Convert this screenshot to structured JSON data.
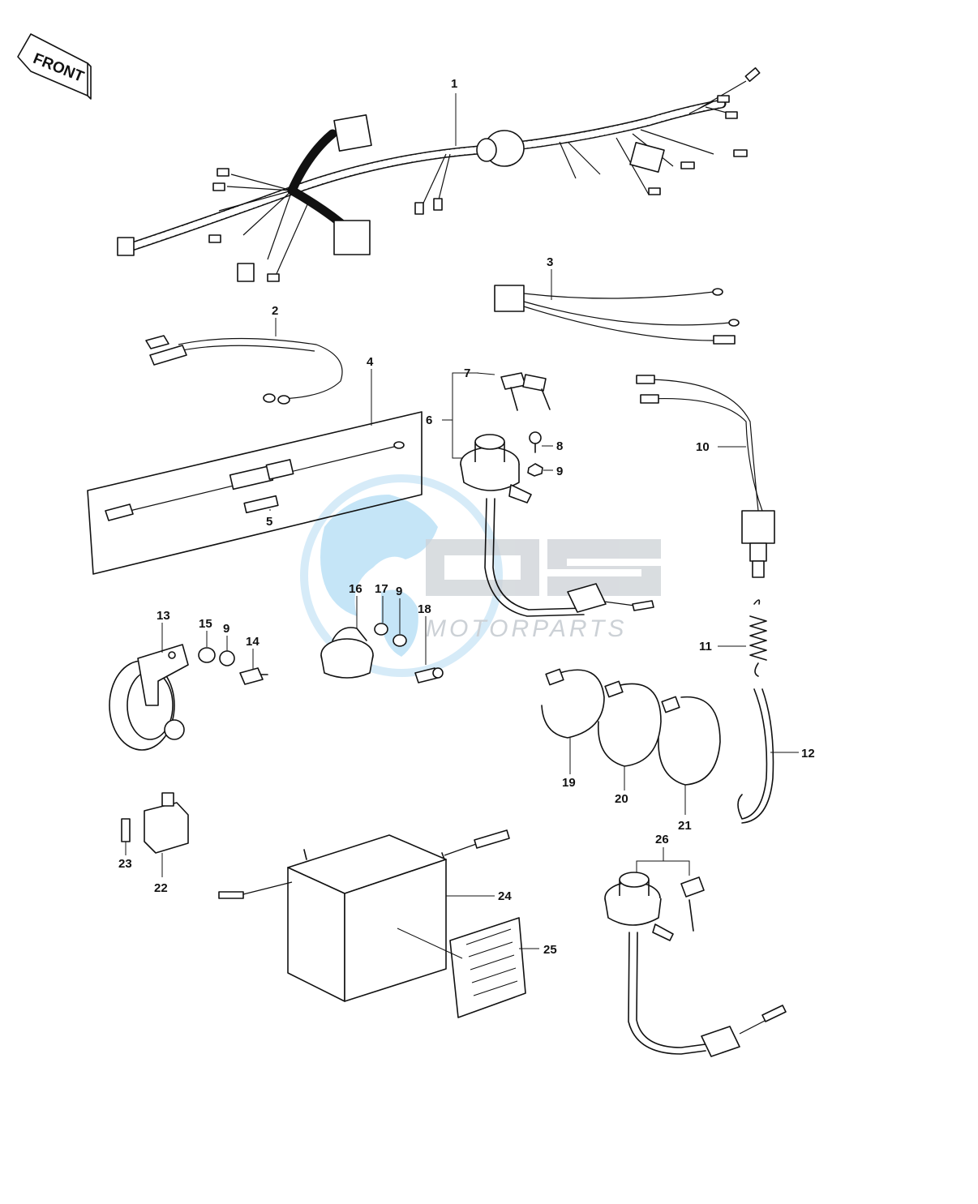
{
  "front_sign": {
    "text": "FRONT"
  },
  "watermark": {
    "logo": "OSM",
    "subtitle": "MOTORPARTS"
  },
  "callouts": [
    "1",
    "2",
    "3",
    "4",
    "5",
    "6",
    "7",
    "8",
    "9",
    "10",
    "11",
    "12",
    "13",
    "15",
    "9",
    "14",
    "16",
    "17",
    "9",
    "18",
    "19",
    "20",
    "21",
    "23",
    "22",
    "24",
    "25",
    "26"
  ],
  "colors": {
    "ink": "#111111",
    "watermark_blue": "#9fd4f2",
    "watermark_gray": "#c4c9cf"
  }
}
